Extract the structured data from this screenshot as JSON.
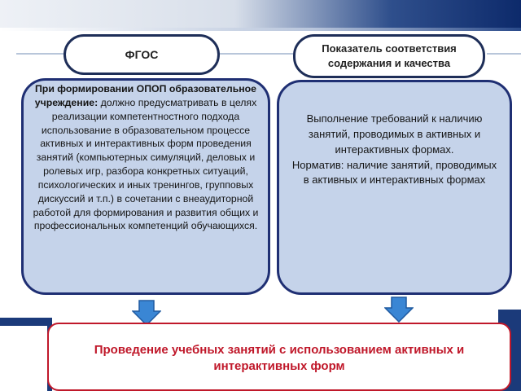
{
  "diagram": {
    "left_header": "ФГОС",
    "right_header": "Показатель соответствия содержания и качества",
    "left_panel": {
      "bold_lead": "При формировании ОПОП образовательное учреждение:",
      "body": " должно предусматривать в целях реализации компетентностного подхода использование в образовательном процессе активных и интерактивных форм проведения занятий (компьютерных симуляций, деловых и ролевых игр, разбора конкретных ситуаций, психологических и иных тренингов, групповых дискуссий и т.п.) в сочетании с внеаудиторной работой для формирования и развития общих и профессиональных компетенций обучающихся."
    },
    "right_panel": {
      "line1": "Выполнение требований к наличию занятий, проводимых в активных и интерактивных формах.",
      "line2": "Норматив: наличие занятий, проводимых в активных и интерактивных формах"
    },
    "result": "Проведение учебных занятий с использованием активных и интерактивных форм"
  },
  "colors": {
    "panel_fill": "#c5d3ea",
    "panel_border": "#1f2f73",
    "result_text": "#c0182a",
    "arrow_fill": "#3a86d4"
  }
}
